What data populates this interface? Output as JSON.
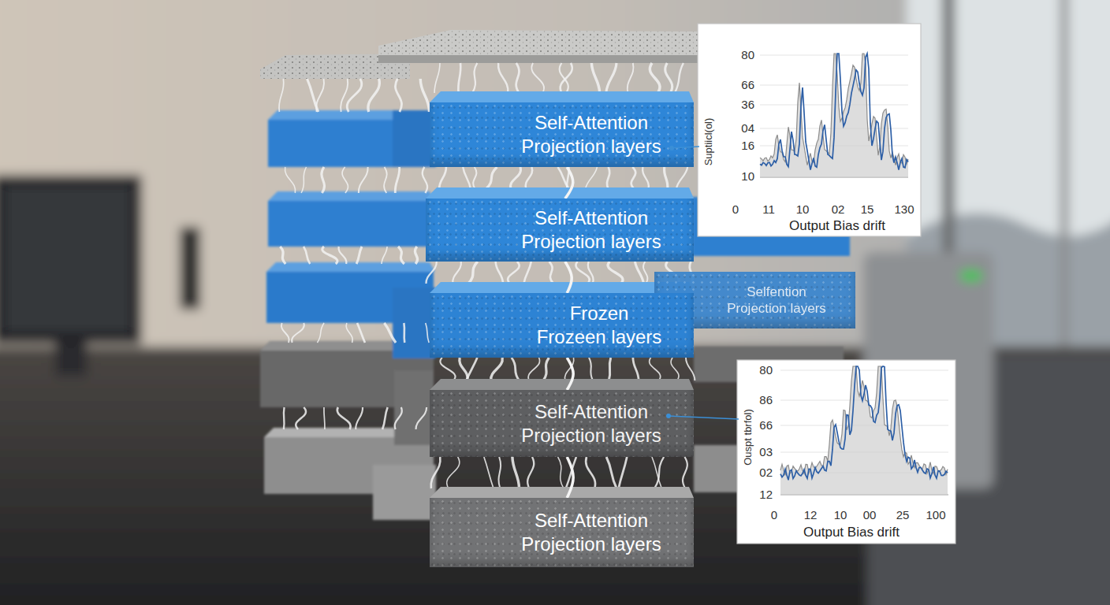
{
  "diagram": {
    "nodes": [
      {
        "text": [
          "Self-Attention Projection layers"
        ]
      },
      {
        "text": [
          "Self-Attention Projection layers"
        ]
      },
      {
        "text": [
          "Frozen Frozeen layers"
        ]
      },
      {
        "text": [
          "Self-Attention Projection layers"
        ]
      },
      {
        "text": [
          "Self-Attention Projection layers"
        ]
      },
      {
        "text": [
          "Selfention Projection layers"
        ]
      }
    ],
    "edges": [
      {
        "from": 0,
        "to": 1,
        "arrow": "none"
      },
      {
        "from": 1,
        "to": 2,
        "arrow": "none"
      },
      {
        "from": 2,
        "to": 3,
        "arrow": "none"
      },
      {
        "from": 3,
        "to": 4,
        "arrow": "none"
      }
    ],
    "labels": [
      "80",
      "66",
      "36",
      "04",
      "16",
      "10",
      "Suptiicl(ol)",
      "0",
      "11",
      "10",
      "02",
      "15",
      "130",
      "Output Bias drift",
      "80",
      "86",
      "66",
      "03",
      "02",
      "12",
      "Ouspt tbrfol)",
      "0",
      "12",
      "10",
      "00",
      "25",
      "100",
      "Output Bias drift"
    ]
  }
}
